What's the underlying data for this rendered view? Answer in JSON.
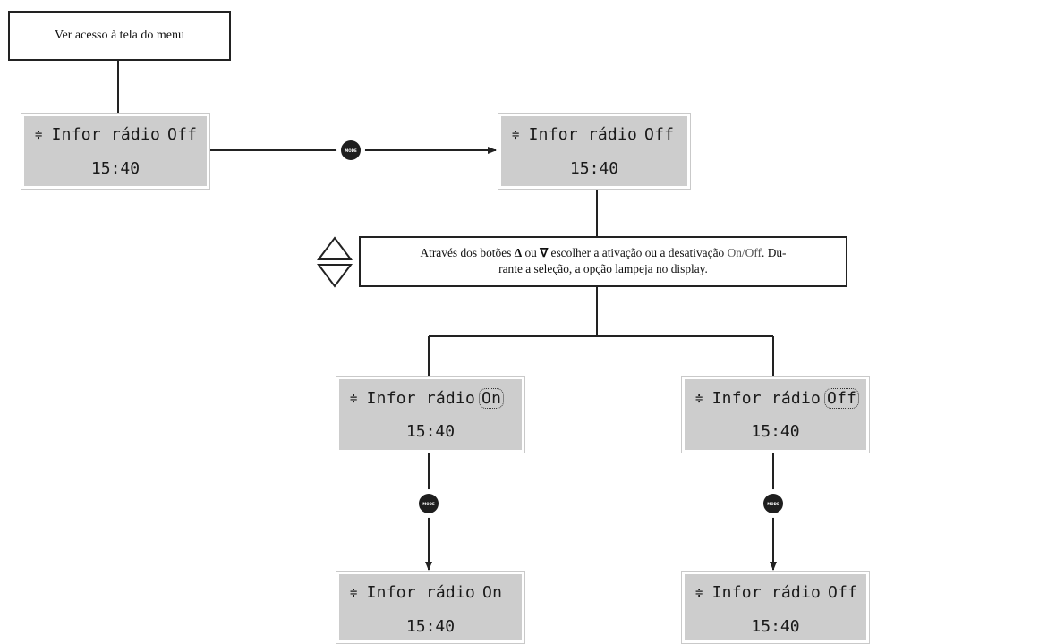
{
  "title_box": "Ver acesso à tela do menu",
  "note": {
    "before_up": "Através dos botões ",
    "up_symbol": "Δ",
    "between": " ou ",
    "down_symbol": "∇",
    "after_down": " escolher a ativação ou a desativação ",
    "onoff": "On/Off",
    "line1_end": ". Du-",
    "line2": "rante a seleção, a opção lampeja no display."
  },
  "mode_label": "MODE",
  "arrow_glyph": "≑",
  "displays": {
    "start": {
      "line1": "Infor rádio",
      "value": "Off",
      "time": "15:40"
    },
    "after_mode": {
      "line1": "Infor rádio",
      "value": "Off",
      "time": "15:40"
    },
    "select_on": {
      "line1": "Infor rádio",
      "value": "On",
      "time": "15:40"
    },
    "select_off": {
      "line1": "Infor rádio",
      "value": "Off",
      "time": "15:40"
    },
    "result_on": {
      "line1": "Infor rádio",
      "value": "On",
      "time": "15:40"
    },
    "result_off": {
      "line1": "Infor rádio",
      "value": "Off",
      "time": "15:40"
    }
  },
  "colors": {
    "lcd_bg": "#cdcdcd",
    "line": "#222222"
  }
}
